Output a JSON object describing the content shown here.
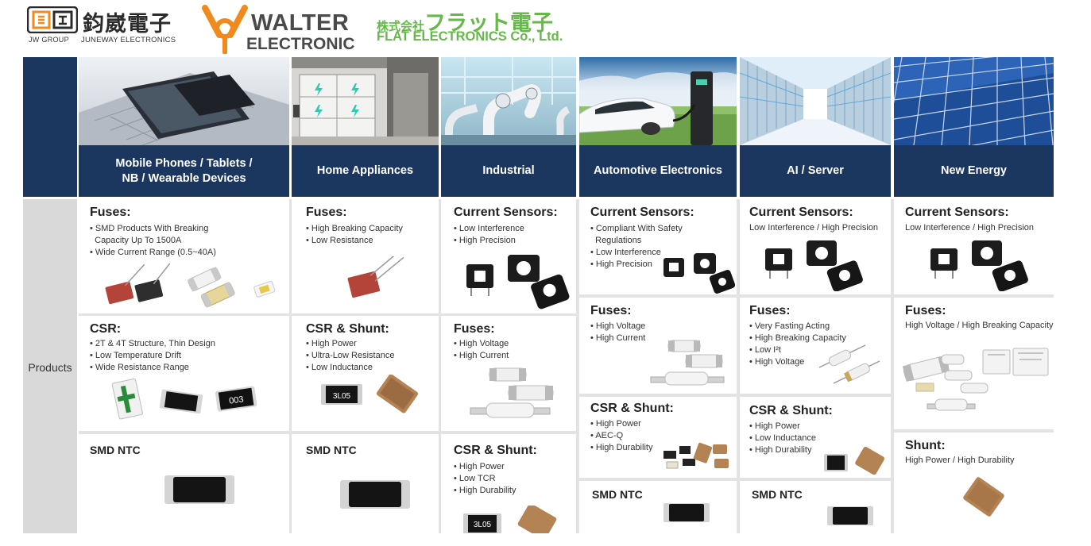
{
  "logos": {
    "juneway": {
      "cn": "鈞崴電子",
      "group": "JW GROUP",
      "en": "JUNEWAY ELECTRONICS"
    },
    "walter": {
      "line1": "WALTER",
      "line2": "ELECTRONIC"
    },
    "flat": {
      "cn_small": "株式会社",
      "cn_big": "フラット電子",
      "en": "FLAT ELECTRONICS Co., Ltd."
    }
  },
  "row_label": "Products",
  "colors": {
    "navy": "#1b365f",
    "strip_grey": "#d9d9d9",
    "flat_green": "#66b84a",
    "walter_orange": "#f08a1c"
  },
  "columns": [
    {
      "name": "Mobile Phones / Tablets /",
      "name2": "NB / Wearable Devices",
      "photo": "laptop-tablet-photo",
      "cells": [
        {
          "title": "Fuses:",
          "bullets": [
            "SMD Products With Breaking",
            "Capacity Up To 1500A",
            "Wide Current Range (0.5~40A)"
          ],
          "image": "radial-and-smd-fuses"
        },
        {
          "title": "CSR:",
          "bullets": [
            "2T & 4T Structure, Thin Design",
            "Low Temperature Drift",
            "Wide Resistance Range"
          ],
          "image": "current-sense-resistors",
          "chip_code": "003"
        },
        {
          "title": "SMD NTC",
          "image": "smd-ntc-chip"
        }
      ]
    },
    {
      "name": "Home Appliances",
      "photo": "appliance-room-photo",
      "cells": [
        {
          "title": "Fuses:",
          "bullets": [
            "High Breaking Capacity",
            "Low Resistance"
          ],
          "image": "radial-fuse"
        },
        {
          "title": "CSR & Shunt:",
          "bullets": [
            "High Power",
            "Ultra-Low Resistance",
            "Low Inductance"
          ],
          "image": "csr-and-shunt",
          "chip_code": "3L05"
        },
        {
          "title": "SMD NTC",
          "image": "smd-ntc-chip"
        }
      ]
    },
    {
      "name": "Industrial",
      "photo": "robot-arm-photo",
      "cells": [
        {
          "title": "Current Sensors:",
          "bullets": [
            "Low Interference",
            "High Precision"
          ],
          "image": "current-sensors"
        },
        {
          "title": "Fuses:",
          "bullets": [
            "High Voltage",
            "High Current"
          ],
          "image": "cartridge-fuses"
        },
        {
          "title": "CSR & Shunt:",
          "bullets": [
            "High Power",
            "Low TCR",
            "High Durability"
          ],
          "image": "csr-and-shunt",
          "chip_code": "3L05"
        }
      ]
    },
    {
      "name": "Automotive Electronics",
      "photo": "ev-charging-photo",
      "cells": [
        {
          "title": "Current Sensors:",
          "bullets": [
            "Compliant With Safety",
            "Regulations",
            "Low Interference",
            "High Precision"
          ],
          "image": "current-sensors"
        },
        {
          "title": "Fuses:",
          "bullets": [
            "High Voltage",
            "High Current"
          ],
          "image": "cartridge-fuses"
        },
        {
          "title": "CSR & Shunt:",
          "bullets": [
            "High Power",
            "AEC-Q",
            "High Durability"
          ],
          "image": "csr-and-shunt-array"
        },
        {
          "title": "SMD NTC",
          "image": "smd-ntc-chip"
        }
      ]
    },
    {
      "name": "AI / Server",
      "photo": "server-room-photo",
      "cells": [
        {
          "title": "Current Sensors:",
          "line": "Low Interference / High Precision",
          "image": "current-sensors"
        },
        {
          "title": "Fuses:",
          "bullets": [
            "Very Fasting Acting",
            "High Breaking Capacity",
            "Low I²t",
            "High Voltage"
          ],
          "image": "axial-fuses"
        },
        {
          "title": "CSR & Shunt:",
          "bullets": [
            "High Power",
            "Low Inductance",
            "High Durability"
          ],
          "image": "csr-and-shunt"
        },
        {
          "title": "SMD NTC",
          "image": "smd-ntc-chip"
        }
      ]
    },
    {
      "name": "New Energy",
      "photo": "solar-panel-photo",
      "cells": [
        {
          "title": "Current Sensors:",
          "line": "Low Interference / High Precision",
          "image": "current-sensors"
        },
        {
          "title": "Fuses:",
          "line": "High Voltage / High Breaking Capacity",
          "image": "fuses-and-holders"
        },
        {
          "title": "Shunt:",
          "line": "High Power / High Durability",
          "image": "shunt-resistor"
        }
      ]
    }
  ]
}
